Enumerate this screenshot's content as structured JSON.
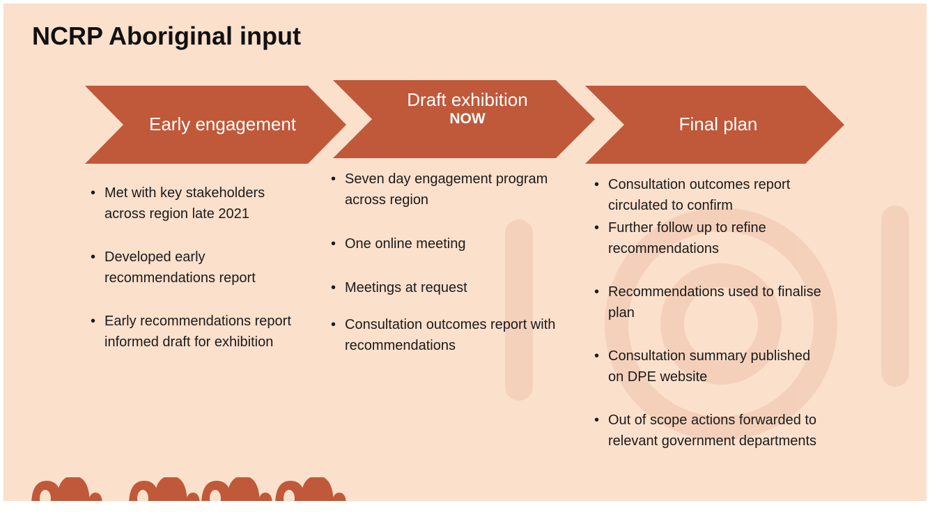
{
  "slide": {
    "title": "NCRP Aboriginal input",
    "accent": "#c0583a",
    "background": "#fbe0cc"
  },
  "stages": [
    {
      "label": "Early engagement",
      "sub": "",
      "items": [
        "Met with key stakeholders across region late 2021",
        "Developed early recommendations report",
        "Early recommendations report informed draft for exhibition"
      ]
    },
    {
      "label": "Draft exhibition",
      "sub": "NOW",
      "items": [
        "Seven day engagement program across region",
        "One online meeting",
        "Meetings at request",
        "Consultation outcomes report with recommendations"
      ]
    },
    {
      "label": "Final plan",
      "sub": "",
      "items": [
        "Consultation outcomes report circulated to confirm",
        "Further follow up to refine recommendations",
        "Recommendations used to finalise plan",
        "Consultation summary published on DPE website",
        "Out of scope actions forwarded to relevant government departments"
      ]
    }
  ]
}
